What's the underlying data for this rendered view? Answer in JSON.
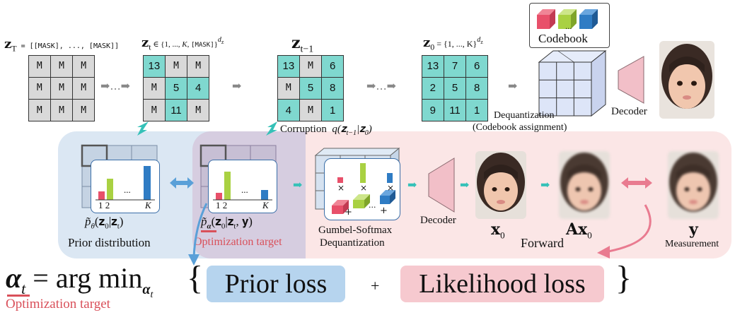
{
  "diagram": {
    "top_row": {
      "zT_label": "z_T = [MASK], ..., [MASK]",
      "zT_math": "𝐳",
      "zT_sub": "T",
      "zT_rhs": " = [[MASK], ..., [MASK]]",
      "zt_math": "𝐳",
      "zt_sub": "t",
      "zt_rhs": " ∈ {1, ..., K, [MASK]}",
      "zt_sup": "d",
      "zt_sup_sub": "z",
      "ztm1_math": "𝐳",
      "ztm1_sub": "t−1",
      "z0_math": "𝐳",
      "z0_sub": "0",
      "z0_rhs": " = {1, ..., K}",
      "z0_sup": "d",
      "z0_sup_sub": "z",
      "codebook": "Codebook",
      "codebook_dots": "...",
      "dequantization": "Dequantization",
      "codebook_assignment": "(Codebook assignment)",
      "decoder_top": "Decoder",
      "corruption": "Corruption",
      "corruption_math": "q(𝐳",
      "corruption_math_sub": "t−1",
      "corruption_math_mid": "|𝐳",
      "corruption_math_sub2": "0",
      "corruption_math_end": ")",
      "ellipsis1": "...",
      "ellipsis2": "..."
    },
    "grids": {
      "zT": [
        "M",
        "M",
        "M",
        "M",
        "M",
        "M",
        "M",
        "M",
        "M"
      ],
      "zt": [
        "13",
        "M",
        "M",
        "M",
        "5",
        "4",
        "M",
        "11",
        "M"
      ],
      "ztm1": [
        "13",
        "M",
        "6",
        "M",
        "5",
        "8",
        "4",
        "M",
        "1"
      ],
      "z0": [
        "13",
        "7",
        "6",
        "2",
        "5",
        "8",
        "9",
        "11",
        "1"
      ]
    },
    "bottom_row": {
      "prior_hist_labels": [
        "1 2",
        "...",
        "K"
      ],
      "opt_hist_labels": [
        "1 2",
        "...",
        "K"
      ],
      "prior_dist_math": "p̃",
      "prior_dist_sub": "θ",
      "prior_dist_args": "(𝐳",
      "prior_dist_args_sub": "0",
      "prior_dist_args_mid": "|𝐳",
      "prior_dist_args_sub2": "t",
      "prior_dist_args_end": ")",
      "prior_distribution": "Prior distribution",
      "opt_dist_math": "p̃",
      "opt_dist_sub": "α",
      "opt_dist_args": "(𝐳",
      "opt_dist_args_sub": "0",
      "opt_dist_args_mid": "|𝐳",
      "opt_dist_args_sub2": "t",
      "opt_dist_args_end": ", 𝐲)",
      "optimization_target": "Optimization target",
      "gumbel_line1": "Gumbel-Softmax",
      "gumbel_line2": "Dequantization",
      "gumbel_plus1": "+",
      "gumbel_plus2": "+",
      "gumbel_dots": "···",
      "gumbel_times": "×",
      "decoder_bottom": "Decoder",
      "x0_label": "𝐱",
      "x0_sub": "0",
      "ax0_label": "𝐀𝐱",
      "ax0_sub": "0",
      "y_label": "𝐲",
      "forward": "Forward",
      "measurement": "Measurement"
    },
    "equation": {
      "alpha": "α",
      "alpha_sub": "t",
      "equals": " = arg min",
      "argmin_sub": "α",
      "argmin_sub_sub": "t",
      "brace_open": "{",
      "prior_loss": "Prior loss",
      "plus": "+",
      "likelihood_loss": "Likelihood loss",
      "brace_close": "}",
      "optimization_target": "Optimization target"
    },
    "colors": {
      "teal": "#7fd8cf",
      "mask_gray": "#d9d9d9",
      "prior_bg": "#dbe7f3",
      "likelihood_bg": "#fbe6e6",
      "prior_loss_box": "#b6d4ee",
      "likelihood_loss_box": "#f6c9cf",
      "accent_red": "#d9505a",
      "arrow_blue": "#5aa0d8",
      "arrow_pink": "#e97b90",
      "arrow_teal": "#35c1b8",
      "bar_red": "#e8506a",
      "bar_green": "#a9d142",
      "bar_blue": "#2f7cc4",
      "decoder_pink": "#f2bfc8"
    }
  }
}
